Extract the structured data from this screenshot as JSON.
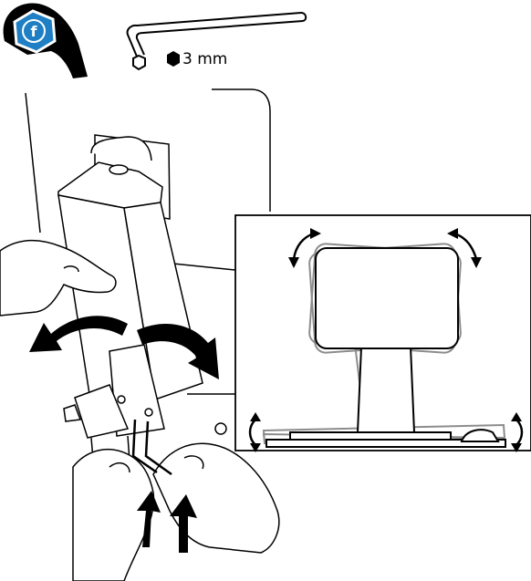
{
  "step_badge": {
    "letter": "f",
    "color": "#1f7fc4"
  },
  "tool": {
    "type": "hex-key",
    "size_label": "3 mm"
  },
  "icons": [
    "hex-key-icon",
    "hex-socket-icon",
    "rotate-left-arrow-icon",
    "rotate-right-arrow-icon",
    "push-up-arrow-icon",
    "wobble-arrow-icon"
  ],
  "colors": {
    "line": "#000000",
    "ghost": "#8c8c8c",
    "fill": "#ffffff"
  }
}
